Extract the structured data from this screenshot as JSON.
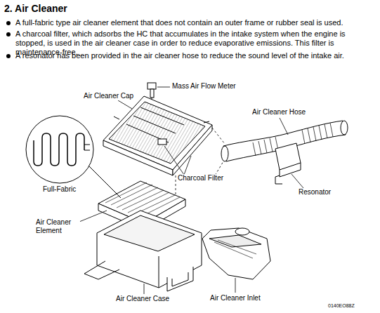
{
  "diagram": {
    "title": "2. Air Cleaner",
    "labels": [
      "A full-fabric type air cleaner element that does not contain an outer frame or rubber seal is used.",
      "A charcoal filter, which adsorbs the HC that accumulates in the intake system when the engine is stopped, is used in the air cleaner case in order to reduce evaporative emissions. This filter is maintenance-free.",
      "A resonator has been provided in the air cleaner hose to reduce the sound level of the intake air.",
      "Mass Air Flow Meter",
      "Air Cleaner Cap",
      "Air Cleaner Hose",
      "Charcoal Filter",
      "Full-Fabric",
      "Resonator",
      "Air Cleaner Element",
      "Air Cleaner Inlet",
      "Air Cleaner Case",
      "0140EO88Z"
    ]
  }
}
